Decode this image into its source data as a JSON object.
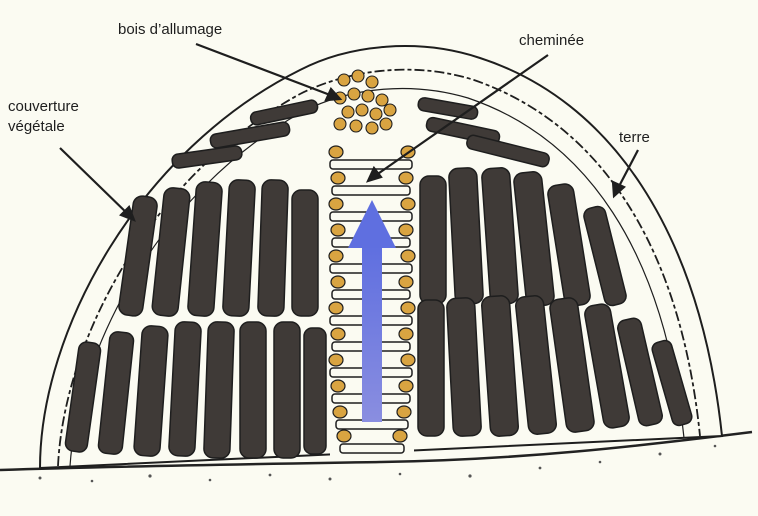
{
  "labels": {
    "bois_allumage": "bois d’allumage",
    "cheminee": "cheminée",
    "couverture_line1": "couverture",
    "couverture_line2": "végétale",
    "terre": "terre"
  },
  "colors": {
    "background": "#fbfbf2",
    "logs": "#3f3a37",
    "kindling_fill": "#d9a441",
    "chimney_arrow": "#6f7fd8",
    "outline": "#1e1e1e",
    "ground": "#222222"
  }
}
